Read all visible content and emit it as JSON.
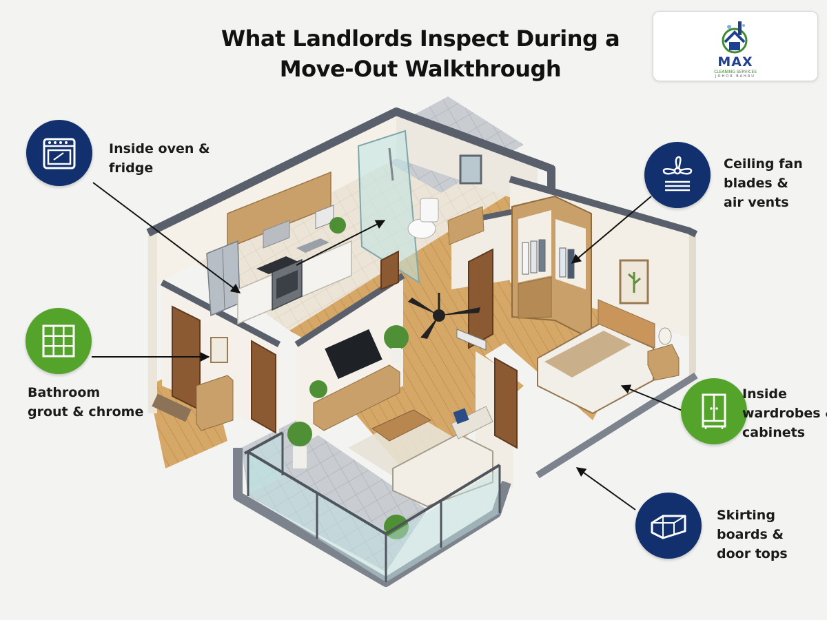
{
  "title": [
    "What Landlords Inspect During a",
    "Move-Out Walkthrough"
  ],
  "logo": {
    "name": "MAX",
    "tagline": "CLEANING SERVICES",
    "location": "JOHOR BAHRU",
    "brand_colors": [
      "#1f3f8f",
      "#3c8a2e"
    ]
  },
  "callouts": [
    {
      "id": "oven-fridge",
      "lines": [
        "Inside oven &",
        "fridge"
      ],
      "icon": "oven-icon",
      "color": "#12306e"
    },
    {
      "id": "bathroom",
      "lines": [
        "Bathroom",
        "grout & chrome"
      ],
      "icon": "tile-grid-icon",
      "color": "#54a32a"
    },
    {
      "id": "ceiling-fan",
      "lines": [
        "Ceiling fan",
        "blades &",
        "air vents"
      ],
      "icon": "fan-vent-icon",
      "color": "#12306e"
    },
    {
      "id": "wardrobes",
      "lines": [
        "Inside",
        "wardrobes &",
        "cabinets"
      ],
      "icon": "wardrobe-icon",
      "color": "#54a32a"
    },
    {
      "id": "skirting",
      "lines": [
        "Skirting",
        "boards &",
        "door tops"
      ],
      "icon": "skirting-board-icon",
      "color": "#12306e"
    }
  ]
}
